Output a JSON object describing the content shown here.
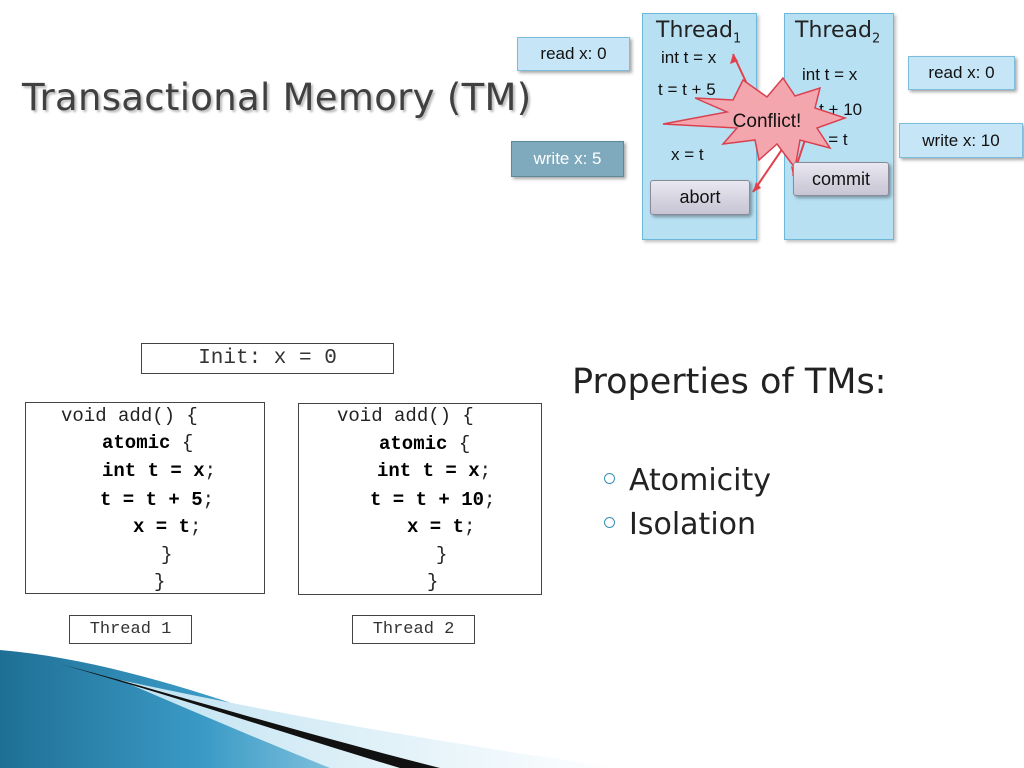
{
  "title": "Transactional Memory (TM)",
  "diagram": {
    "thread1": {
      "title": "Thread",
      "subscript": "1",
      "lines": [
        "int t = x",
        "t = t + 5",
        "x = t"
      ],
      "button": "abort"
    },
    "thread2": {
      "title": "Thread",
      "subscript": "2",
      "lines": [
        "int t = x",
        "t = t + 10",
        "x = t"
      ],
      "button": "commit"
    },
    "callouts": {
      "t1_read": "read x: 0",
      "t1_write": "write x: 5",
      "t2_read": "read x: 0",
      "t2_write": "write x: 10"
    },
    "conflict": "Conflict!"
  },
  "init": "Init: x = 0",
  "code1": {
    "line1": "void add() {",
    "atomic": "atomic",
    "brace": " {",
    "line3a": "int t = x",
    "line4a": "t = t + 5",
    "line5a": "x = t",
    "semi": ";",
    "close": "}"
  },
  "code2": {
    "line1": "void add() {",
    "atomic": "atomic",
    "brace": " {",
    "line3a": "int t = x",
    "line4a": "t = t + 10",
    "line5a": "x = t",
    "semi": ";",
    "close": "}"
  },
  "thread_labels": [
    "Thread 1",
    "Thread 2"
  ],
  "properties": {
    "title": "Properties of TMs:",
    "items": [
      "Atomicity",
      "Isolation"
    ]
  },
  "colors": {
    "column": "#b7e1f3",
    "callout": "#c6e6f7",
    "callout_dark": "#7fa9bd",
    "conflict": "#f4a6ae",
    "bullet": "#3a8fb7",
    "swoosh": "#2e86b0"
  }
}
